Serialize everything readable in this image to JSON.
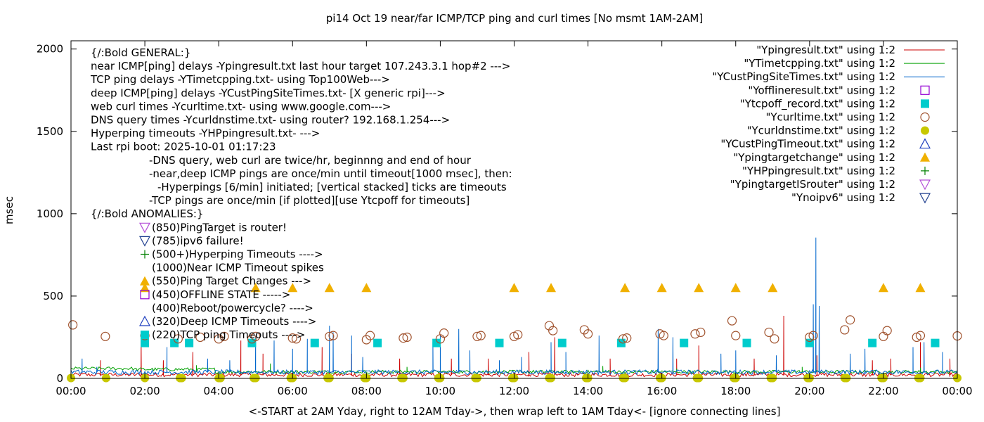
{
  "chart_data": {
    "type": "line",
    "title": "pi14 Oct 19  near/far ICMP/TCP ping and curl times [No msmt 1AM-2AM]",
    "xlabel": "<-START at 2AM Yday, right to 12AM Tday->, then wrap left to 1AM Tday<- [ignore connecting lines]",
    "ylabel": "msec",
    "xlim": [
      0,
      24
    ],
    "ylim": [
      0,
      2050
    ],
    "x_ticks": [
      "00:00",
      "02:00",
      "04:00",
      "06:00",
      "08:00",
      "10:00",
      "12:00",
      "14:00",
      "16:00",
      "18:00",
      "20:00",
      "22:00",
      "00:00"
    ],
    "y_ticks": [
      0,
      500,
      1000,
      1500,
      2000
    ],
    "grid": false,
    "legend_position": "top-right",
    "annotations": [
      "{/:Bold GENERAL:}",
      "near ICMP[ping] delays -Ypingresult.txt last hour target 107.243.3.1 hop#2 --->",
      "TCP ping delays -YTimetcpping.txt- using Top100Web--->",
      "deep ICMP[ping] delays -YCustPingSiteTimes.txt- [X generic rpi]--->",
      "web curl times -Ycurltime.txt- using www.google.com--->",
      "DNS query times -Ycurldnstime.txt- using router? 192.168.1.254--->",
      "Hyperping timeouts -YHPpingresult.txt- --->",
      "Last rpi boot: 2025-10-01 01:17:23",
      "-DNS query, web curl are twice/hr, beginnng and end of hour",
      "-near,deep ICMP pings are once/min until timeout[1000 msec], then:",
      "-Hyperpings [6/min] initiated; [vertical stacked] ticks are timeouts",
      "-TCP pings are once/min [if plotted][use Ytcpoff for timeouts]",
      "{/:Bold ANOMALIES:}",
      "(850)PingTarget is router!",
      "(785)ipv6 failure!",
      "(500+)Hyperping Timeouts ---->",
      "(1000)Near ICMP Timeout spikes",
      "(550)Ping Target Changes --->",
      "(450)OFFLINE STATE ----->",
      "(400)Reboot/powercycle? ---->",
      "(320)Deep ICMP Timeouts ---->",
      "(220)TCP ping Timeouts ---->"
    ],
    "series": [
      {
        "name": "\"Ypingresult.txt\" using 1:2",
        "style": "line",
        "color": "#cc0000",
        "baseline": 22,
        "noise": 12,
        "spikes": [
          [
            0.8,
            110
          ],
          [
            1.9,
            230
          ],
          [
            2.5,
            110
          ],
          [
            3.3,
            160
          ],
          [
            4.6,
            230
          ],
          [
            5.2,
            150
          ],
          [
            6.8,
            190
          ],
          [
            7.6,
            150
          ],
          [
            8.9,
            120
          ],
          [
            10.3,
            120
          ],
          [
            11.3,
            120
          ],
          [
            12.4,
            160
          ],
          [
            13.1,
            250
          ],
          [
            14.6,
            120
          ],
          [
            16.4,
            120
          ],
          [
            17.0,
            200
          ],
          [
            18.5,
            120
          ],
          [
            19.3,
            380
          ],
          [
            20.2,
            140
          ],
          [
            21.7,
            110
          ],
          [
            22.2,
            120
          ],
          [
            23.0,
            220
          ],
          [
            23.8,
            120
          ]
        ]
      },
      {
        "name": "\"YTimetcpping.txt\" using 1:2",
        "style": "line",
        "color": "#00a000",
        "baseline": 40,
        "noise": 10,
        "segments": [
          [
            0.0,
            1.7,
            60
          ],
          [
            1.7,
            3.9,
            55
          ]
        ],
        "spikes": [
          [
            3.4,
            80
          ],
          [
            5.4,
            90
          ],
          [
            9.1,
            70
          ],
          [
            14.4,
            75
          ],
          [
            16.4,
            60
          ],
          [
            19.8,
            70
          ],
          [
            23.0,
            65
          ]
        ]
      },
      {
        "name": "\"YCustPingSiteTimes.txt\" using 1:2",
        "style": "line",
        "color": "#0066cc",
        "baseline": 38,
        "noise": 14,
        "spikes": [
          [
            0.3,
            120
          ],
          [
            0.7,
            70
          ],
          [
            2.6,
            190
          ],
          [
            3.7,
            120
          ],
          [
            4.3,
            110
          ],
          [
            5.0,
            260
          ],
          [
            5.5,
            230
          ],
          [
            6.0,
            180
          ],
          [
            6.4,
            240
          ],
          [
            7.0,
            320
          ],
          [
            7.1,
            280
          ],
          [
            7.6,
            260
          ],
          [
            7.9,
            130
          ],
          [
            9.8,
            220
          ],
          [
            10.0,
            260
          ],
          [
            10.5,
            300
          ],
          [
            10.8,
            170
          ],
          [
            11.6,
            110
          ],
          [
            12.2,
            130
          ],
          [
            13.0,
            220
          ],
          [
            13.4,
            160
          ],
          [
            14.3,
            260
          ],
          [
            15.9,
            300
          ],
          [
            16.3,
            250
          ],
          [
            17.6,
            150
          ],
          [
            18.0,
            170
          ],
          [
            19.1,
            140
          ],
          [
            20.1,
            450
          ],
          [
            20.17,
            855
          ],
          [
            20.26,
            440
          ],
          [
            21.1,
            150
          ],
          [
            21.5,
            180
          ],
          [
            22.8,
            190
          ],
          [
            23.1,
            220
          ],
          [
            23.6,
            160
          ]
        ]
      },
      {
        "name": "\"Yofflineresult.txt\" using 1:2",
        "style": "marker",
        "marker": "square-open",
        "color": "#9400d3",
        "x": [],
        "y": []
      },
      {
        "name": "\"Ytcpoff_record.txt\" using 1:2",
        "style": "marker",
        "marker": "square-filled",
        "color": "#00cccc",
        "x": [
          2.0,
          2.8,
          3.2,
          4.9,
          6.6,
          8.3,
          9.9,
          11.6,
          13.3,
          14.9,
          16.6,
          18.3,
          20.0,
          21.7,
          23.4
        ],
        "y": [
          215,
          215,
          215,
          215,
          215,
          215,
          215,
          215,
          215,
          215,
          215,
          215,
          215,
          215,
          215
        ]
      },
      {
        "name": "\"Ycurltime.txt\" using 1:2",
        "style": "marker",
        "marker": "circle-open",
        "color": "#a0522d",
        "x": [
          0.05,
          0.93,
          2.0,
          2.9,
          3.5,
          4.0,
          4.15,
          4.9,
          5.0,
          6.0,
          6.1,
          7.0,
          7.1,
          8.0,
          8.1,
          9.0,
          9.1,
          10.0,
          10.1,
          11.0,
          11.1,
          12.0,
          12.1,
          12.95,
          13.05,
          13.9,
          14.0,
          14.95,
          15.05,
          15.95,
          16.05,
          16.9,
          17.05,
          17.9,
          18.0,
          18.9,
          19.05,
          20.0,
          20.1,
          20.95,
          21.1,
          22.0,
          22.1,
          22.9,
          23.0,
          24.0
        ],
        "y": [
          325,
          255,
          260,
          240,
          250,
          240,
          255,
          240,
          255,
          245,
          240,
          255,
          260,
          235,
          260,
          245,
          250,
          240,
          275,
          255,
          260,
          255,
          265,
          320,
          290,
          295,
          270,
          240,
          245,
          270,
          260,
          270,
          280,
          350,
          260,
          280,
          240,
          250,
          260,
          295,
          355,
          255,
          290,
          250,
          260,
          258
        ]
      },
      {
        "name": "\"Ycurldnstime.txt\" using 1:2",
        "style": "marker",
        "marker": "circle-filled",
        "color": "#c8c800",
        "x": [
          0.0,
          0.95,
          2.0,
          2.95,
          3.0,
          4.0,
          4.05,
          4.95,
          5.0,
          5.95,
          6.0,
          6.95,
          7.0,
          7.95,
          8.0,
          8.95,
          9.0,
          9.95,
          10.0,
          10.95,
          11.0,
          11.95,
          12.0,
          12.95,
          13.0,
          13.95,
          14.0,
          14.95,
          15.0,
          15.95,
          16.0,
          16.95,
          17.0,
          17.95,
          18.0,
          18.95,
          19.0,
          19.95,
          20.0,
          20.95,
          21.0,
          21.95,
          22.0,
          22.95,
          23.0,
          24.0
        ],
        "y": [
          2,
          2,
          2,
          2,
          2,
          2,
          2,
          2,
          2,
          2,
          2,
          2,
          2,
          2,
          2,
          2,
          2,
          2,
          2,
          2,
          2,
          2,
          2,
          2,
          2,
          2,
          2,
          2,
          2,
          2,
          2,
          2,
          2,
          2,
          2,
          2,
          2,
          2,
          2,
          2,
          2,
          2,
          2,
          2,
          2,
          2
        ]
      },
      {
        "name": "\"YCustPingTimeout.txt\" using 1:2",
        "style": "marker",
        "marker": "triangle-up-open",
        "color": "#1f3fbf",
        "x": [],
        "y": []
      },
      {
        "name": "\"Ypingtargetchange\" using 1:2",
        "style": "marker",
        "marker": "triangle-up-filled",
        "color": "#f0b000",
        "x": [
          2.0,
          5.0,
          6.0,
          7.0,
          8.0,
          12.0,
          13.0,
          15.0,
          16.0,
          17.0,
          18.0,
          19.0,
          22.0,
          23.0
        ],
        "y": [
          550,
          550,
          550,
          550,
          550,
          550,
          550,
          550,
          550,
          550,
          550,
          550,
          550,
          550
        ]
      },
      {
        "name": "\"YHPpingresult.txt\" using 1:2",
        "style": "marker",
        "marker": "plus",
        "color": "#008000",
        "x": [],
        "y": []
      },
      {
        "name": "\"YpingtargetISrouter\" using 1:2",
        "style": "marker",
        "marker": "triangle-down-open",
        "color": "#b44fd8",
        "x": [],
        "y": []
      },
      {
        "name": "\"Ynoipv6\" using 1:2",
        "style": "marker",
        "marker": "triangle-down-open",
        "color": "#1f3f8f",
        "x": [],
        "y": []
      }
    ]
  }
}
